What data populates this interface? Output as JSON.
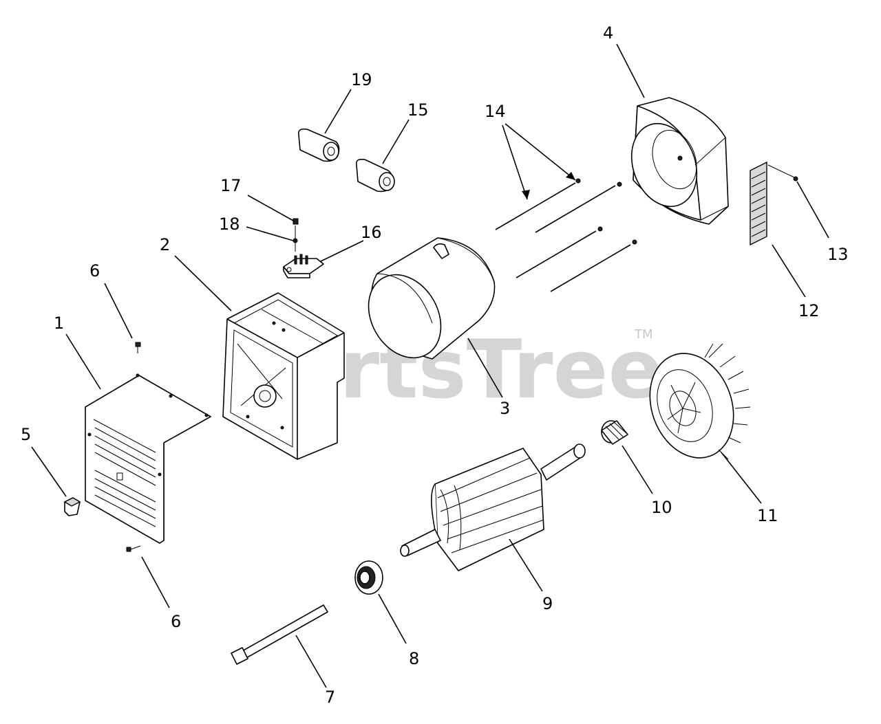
{
  "watermark": {
    "brand": "PartsTree",
    "trademark": "TM"
  },
  "callouts": [
    {
      "key": "c1",
      "label": "1"
    },
    {
      "key": "c2",
      "label": "2"
    },
    {
      "key": "c3",
      "label": "3"
    },
    {
      "key": "c4",
      "label": "4"
    },
    {
      "key": "c5",
      "label": "5"
    },
    {
      "key": "c6a",
      "label": "6"
    },
    {
      "key": "c6b",
      "label": "6"
    },
    {
      "key": "c7",
      "label": "7"
    },
    {
      "key": "c8",
      "label": "8"
    },
    {
      "key": "c9",
      "label": "9"
    },
    {
      "key": "c10",
      "label": "10"
    },
    {
      "key": "c11",
      "label": "11"
    },
    {
      "key": "c12",
      "label": "12"
    },
    {
      "key": "c13",
      "label": "13"
    },
    {
      "key": "c14",
      "label": "14"
    },
    {
      "key": "c15",
      "label": "15"
    },
    {
      "key": "c16",
      "label": "16"
    },
    {
      "key": "c17",
      "label": "17"
    },
    {
      "key": "c18",
      "label": "18"
    },
    {
      "key": "c19",
      "label": "19"
    }
  ]
}
